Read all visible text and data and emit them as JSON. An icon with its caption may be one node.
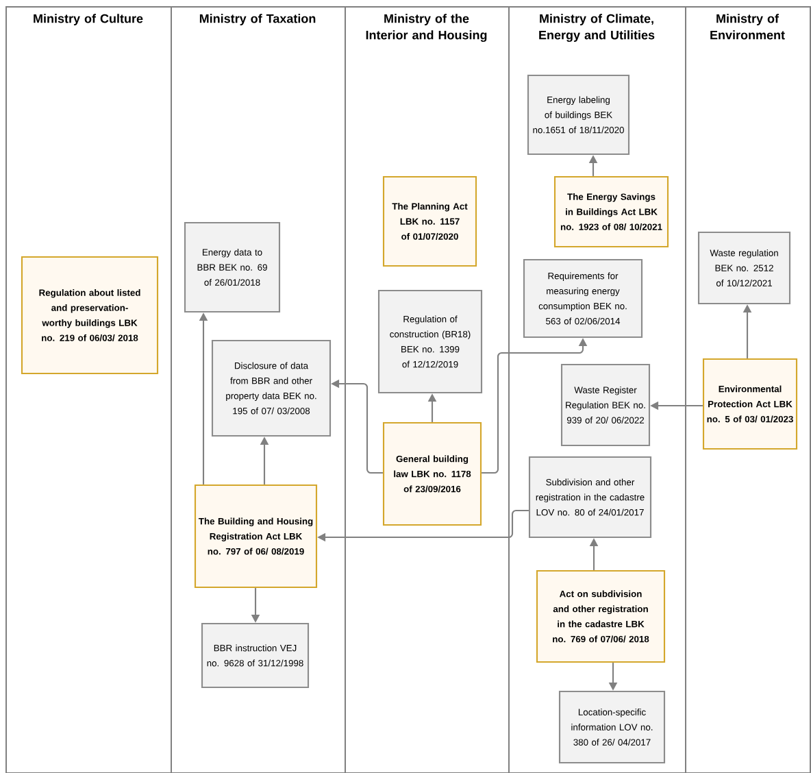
{
  "diagram": {
    "nodes": [
      {
        "text": [
          "Ministry of Culture"
        ]
      },
      {
        "text": [
          "Ministry of Taxation"
        ]
      },
      {
        "text": [
          "Ministry of the Interior and Housing"
        ]
      },
      {
        "text": [
          "Ministry of Climate, Energy and Utilities"
        ]
      },
      {
        "text": [
          "Ministry of Environment"
        ]
      },
      {
        "text": [
          "Regulation about listed and preservation-worthy buildings LBK no. 219 of 06/03/ 2018"
        ],
        "in": 0
      },
      {
        "text": [
          "Energy data to BBR BEK no. 69 of 26/01/2018"
        ],
        "in": 1
      },
      {
        "text": [
          "Disclosure of data from BBR and other property data BEK no. 195 of 07/ 03/2008"
        ],
        "in": 1
      },
      {
        "text": [
          "The Building and Housing Registration Act LBK no. 797 of 06/ 08/2019"
        ],
        "in": 1
      },
      {
        "text": [
          "BBR instruction VEJ no. 9628 of 31/12/1998"
        ],
        "in": 1
      },
      {
        "text": [
          "The Planning Act LBK no. 1157 of 01/07/2020"
        ],
        "in": 2
      },
      {
        "text": [
          "Regulation of construction (BR18) BEK no. 1399 of 12/12/2019"
        ],
        "in": 2
      },
      {
        "text": [
          "General building law LBK no. 1178 of 23/09/2016"
        ],
        "in": 2
      },
      {
        "text": [
          "Energy labeling of buildings BEK no.1651 of 18/11/2020"
        ],
        "in": 3
      },
      {
        "text": [
          "The Energy Savings in Buildings Act LBK no. 1923 of 08/ 10/2021"
        ],
        "in": 3
      },
      {
        "text": [
          "Requirements for measuring energy consumption BEK no. 563 of 02/06/2014"
        ],
        "in": 3
      },
      {
        "text": [
          "Waste Register Regulation BEK no. 939 of 20/ 06/2022"
        ],
        "in": 3
      },
      {
        "text": [
          "Subdivision and other registration in the cadastre LOV no. 80 of 24/01/2017"
        ],
        "in": 3
      },
      {
        "text": [
          "Act on subdivision and other registration in the cadastre LBK no. 769 of 07/06/ 2018"
        ],
        "in": 3
      },
      {
        "text": [
          "Location-specific information LOV no. 380 of 26/ 04/2017"
        ],
        "in": 3
      },
      {
        "text": [
          "Waste regulation BEK no. 2512 of 10/12/2021"
        ],
        "in": 4
      },
      {
        "text": [
          "Environmental Protection Act LBK no. 5 of 03/ 01/2023"
        ],
        "in": 4
      }
    ],
    "edges": [
      {
        "from": 8,
        "to": 6,
        "arrow": "to"
      },
      {
        "from": 8,
        "to": 7,
        "arrow": "to"
      },
      {
        "from": 8,
        "to": 9,
        "arrow": "to"
      },
      {
        "from": 12,
        "to": 11,
        "arrow": "to"
      },
      {
        "from": 12,
        "to": 7,
        "arrow": "to"
      },
      {
        "from": 12,
        "to": 15,
        "arrow": "to"
      },
      {
        "from": 14,
        "to": 13,
        "arrow": "to"
      },
      {
        "from": 17,
        "to": 8,
        "arrow": "to"
      },
      {
        "from": 18,
        "to": 17,
        "arrow": "to"
      },
      {
        "from": 18,
        "to": 19,
        "arrow": "to"
      },
      {
        "from": 21,
        "to": 16,
        "arrow": "to"
      },
      {
        "from": 21,
        "to": 20,
        "arrow": "to"
      }
    ]
  }
}
